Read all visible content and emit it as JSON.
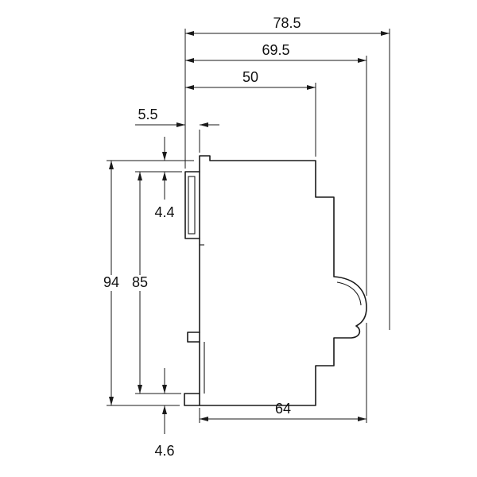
{
  "page": {
    "background": "#ffffff",
    "line_color": "#1a1a1a",
    "text_color": "#111111"
  },
  "drawing": {
    "kind": "technical-dimension-drawing",
    "subject": "miniature-circuit-breaker-side-profile",
    "dims": {
      "overall_width": "78.5",
      "width_to_handle": "69.5",
      "upper_width": "50",
      "terminal_lip": "5.5",
      "upper_offset": "4.4",
      "overall_height": "94",
      "inner_height": "85",
      "lower_width": "64",
      "lower_offset": "4.6"
    }
  }
}
